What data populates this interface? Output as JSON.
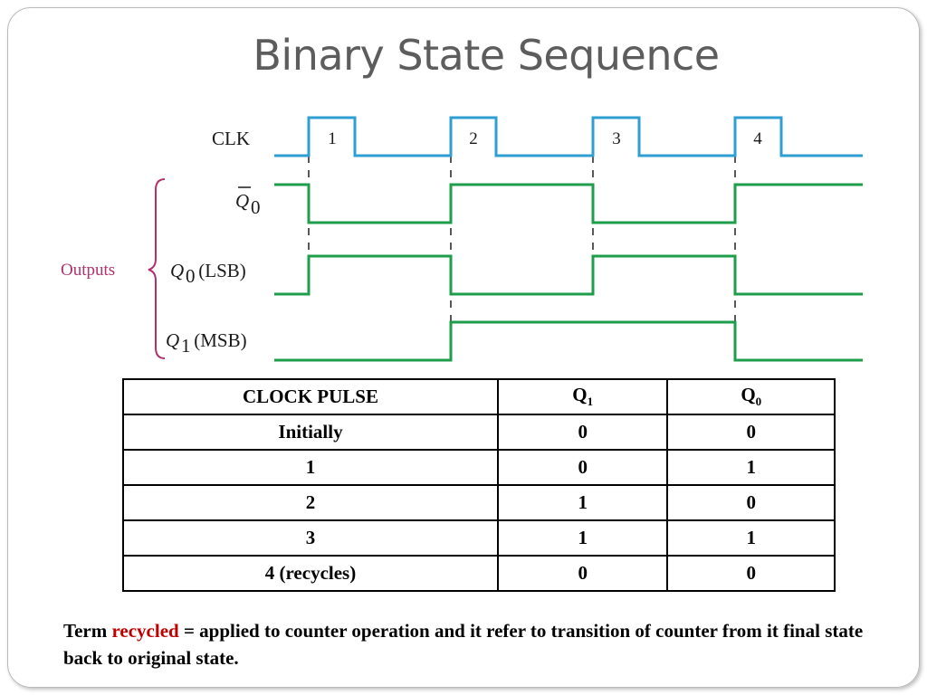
{
  "slide": {
    "title": "Binary State Sequence"
  },
  "timing_diagram": {
    "clk_label": "CLK",
    "q0bar_label_letter": "Q",
    "q0bar_label_sub": "0",
    "q0_label_letter": "Q",
    "q0_label_sub": "0",
    "q0_label_suffix": " (LSB)",
    "q1_label_letter": "Q",
    "q1_label_sub": "1",
    "q1_label_suffix": " (MSB)",
    "outputs_label": "Outputs",
    "pulse_numbers": [
      "1",
      "2",
      "3",
      "4"
    ],
    "colors": {
      "clk": "#2f9fd3",
      "outputs": "#1e9e4a",
      "brace": "#b1306e"
    }
  },
  "table": {
    "headers": {
      "clock_pulse": "CLOCK PULSE",
      "q1_letter": "Q",
      "q1_sub": "1",
      "q0_letter": "Q",
      "q0_sub": "0"
    },
    "rows": [
      [
        "Initially",
        "0",
        "0"
      ],
      [
        "1",
        "0",
        "1"
      ],
      [
        "2",
        "1",
        "0"
      ],
      [
        "3",
        "1",
        "1"
      ],
      [
        "4 (recycles)",
        "0",
        "0"
      ]
    ]
  },
  "note": {
    "prefix": "Term ",
    "highlight": "recycled",
    "rest": " = applied to counter operation and it refer to transition of counter from it final state back to original state.",
    "highlight_color": "#c00000"
  }
}
